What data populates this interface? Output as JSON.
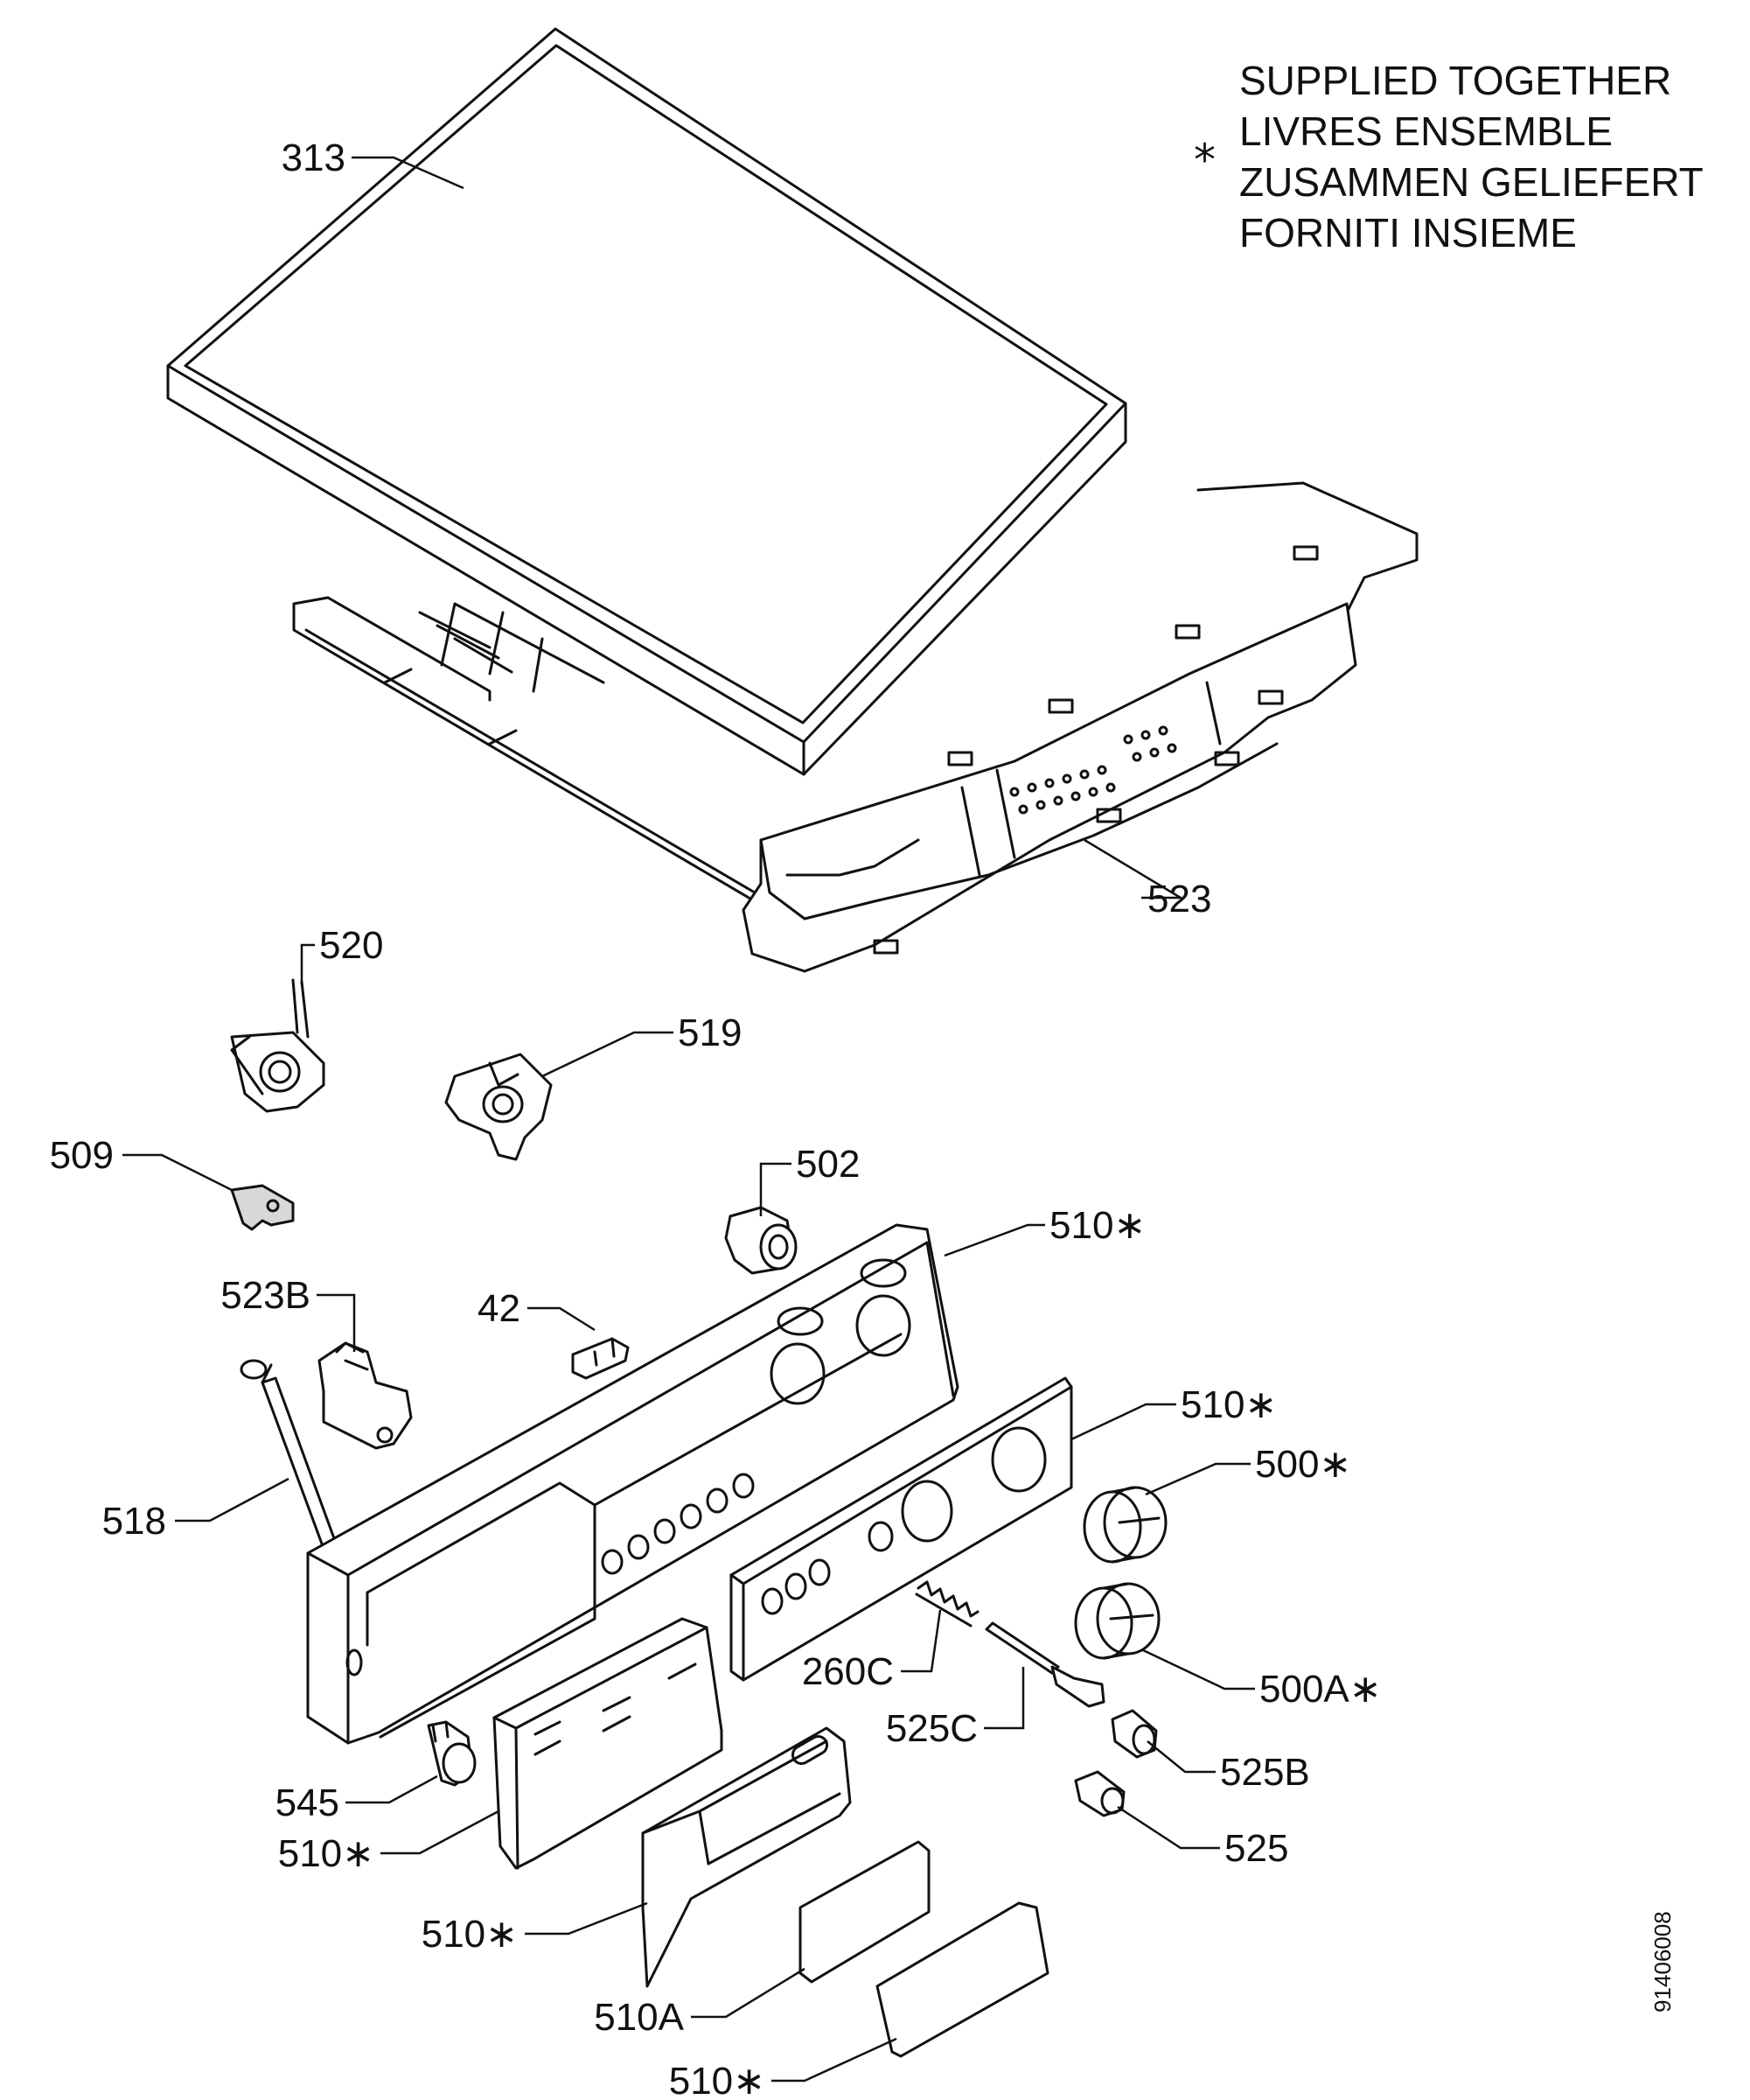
{
  "note": {
    "asterisk": "*",
    "lines": [
      "SUPPLIED TOGETHER",
      "LIVRES ENSEMBLE",
      "ZUSAMMEN GELIEFERT",
      "FORNITI INSIEME"
    ]
  },
  "labels": {
    "l313": "313",
    "l523": "523",
    "l520": "520",
    "l519": "519",
    "l509": "509",
    "l502": "502",
    "l510_panel": "510∗",
    "l523b": "523B",
    "l42": "42",
    "l510_plate": "510∗",
    "l500": "500∗",
    "l518": "518",
    "l260c": "260C",
    "l500a": "500A∗",
    "l525c": "525C",
    "l525b": "525B",
    "l545": "545",
    "l510_drawer": "510∗",
    "l525": "525",
    "l510_handle": "510∗",
    "l510a": "510A",
    "l510_cap": "510∗"
  },
  "drawing_code": "91406008"
}
